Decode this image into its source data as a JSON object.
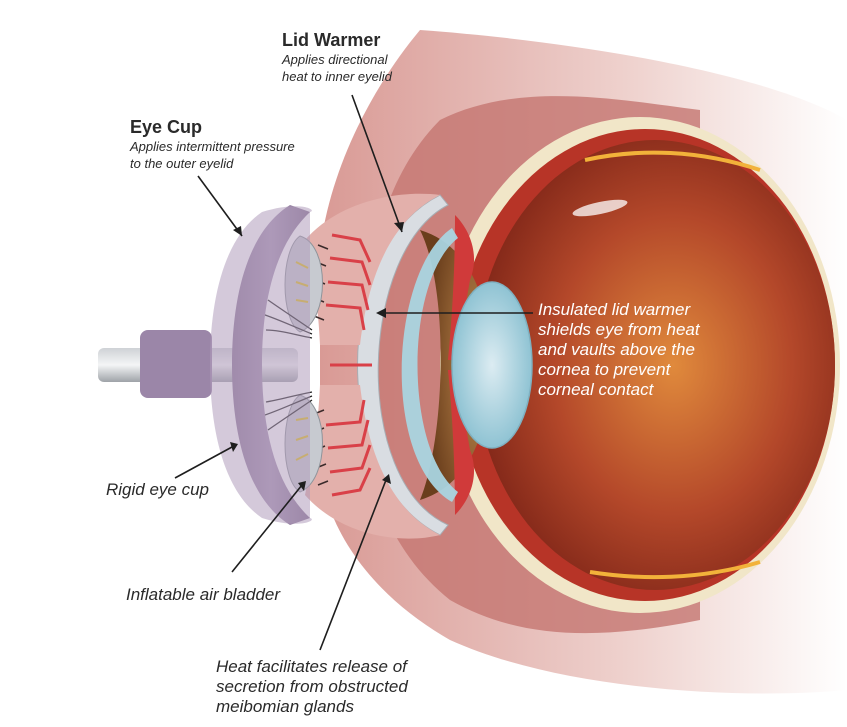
{
  "lid_warmer": {
    "title": "Lid Warmer",
    "line1": "Applies directional",
    "line2": "heat to inner eyelid"
  },
  "eye_cup": {
    "title": "Eye Cup",
    "line1": "Applies intermittent pressure",
    "line2": "to the outer eyelid"
  },
  "insulated": {
    "line1": "Insulated lid warmer",
    "line2": "shields eye from heat",
    "line3": "and vaults above the",
    "line4": "cornea to prevent",
    "line5": "corneal contact"
  },
  "rigid_cup": {
    "label": "Rigid eye cup"
  },
  "bladder": {
    "label": "Inflatable air bladder"
  },
  "heat": {
    "line1": "Heat facilitates release of",
    "line2": "secretion from obstructed",
    "line3": "meibomian glands"
  },
  "colors": {
    "cup": "#9b86a8",
    "sclera": "#f1e6c8",
    "iris": "#a9d4e0",
    "tissue": "#c98a86",
    "gland": "#d94048"
  }
}
